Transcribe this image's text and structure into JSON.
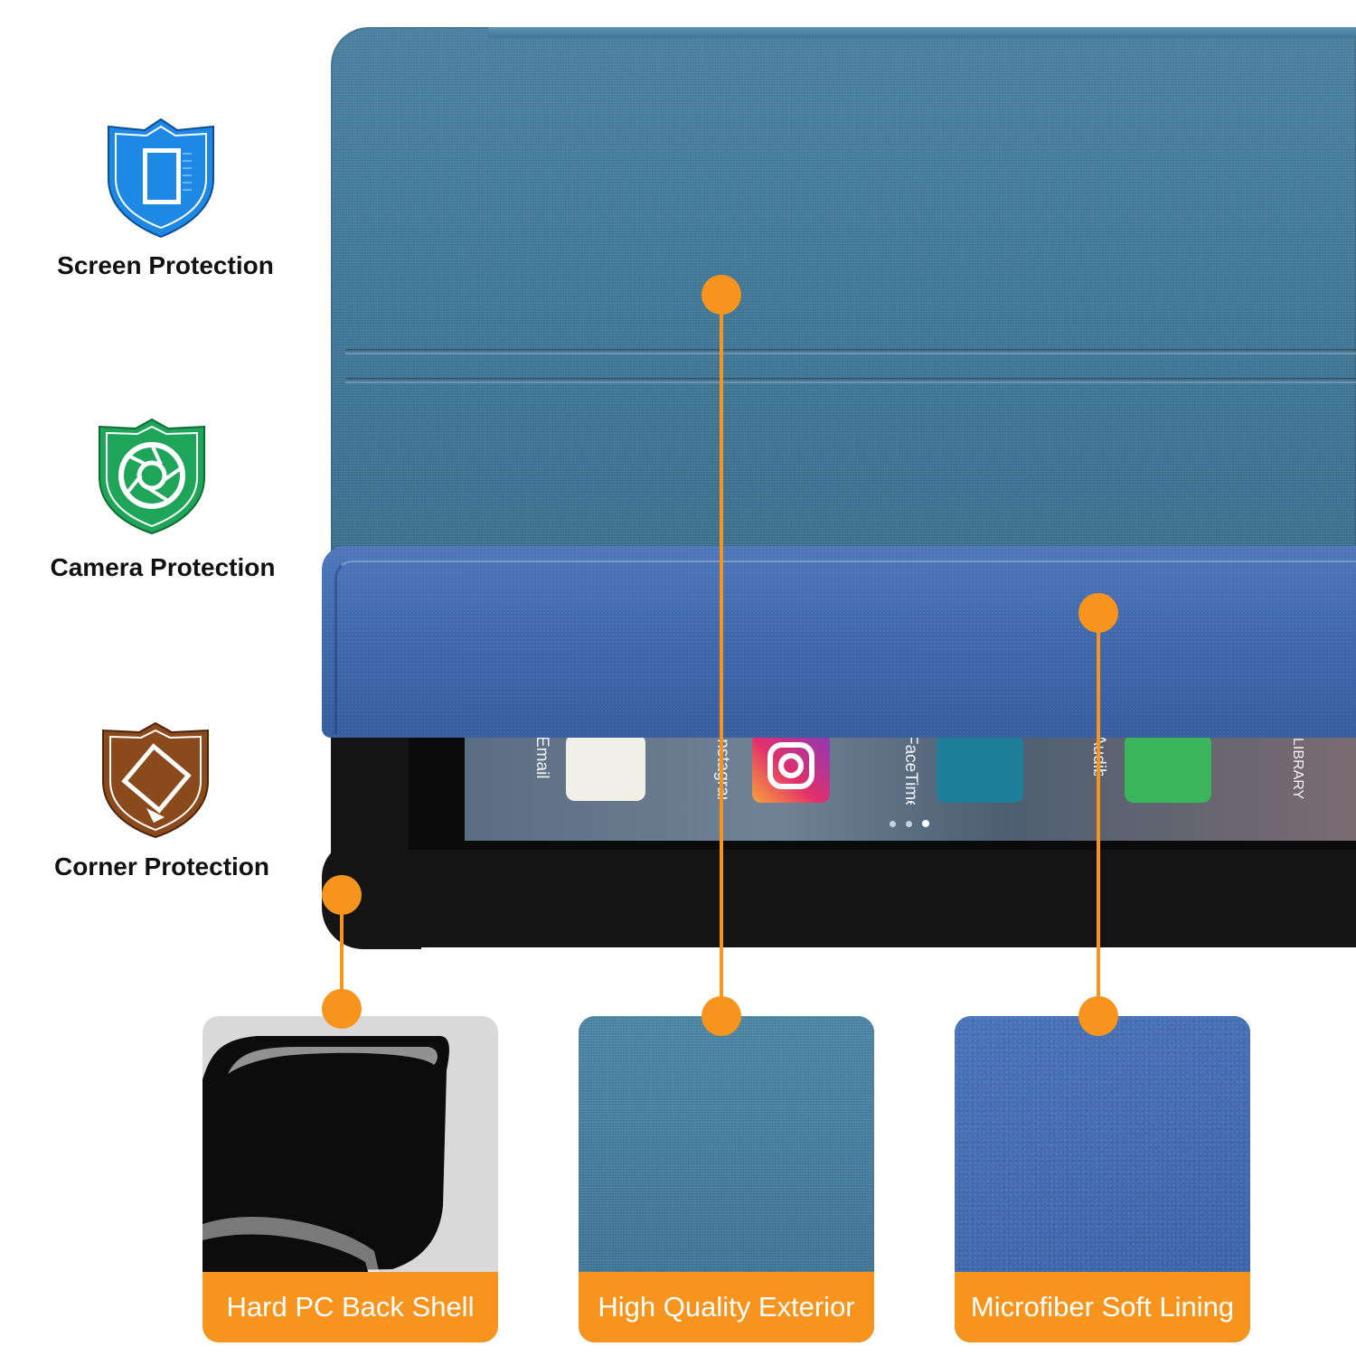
{
  "features": [
    {
      "label": "Screen Protection",
      "icon": "screen-shield-icon",
      "color": "#1e88e5"
    },
    {
      "label": "Camera Protection",
      "icon": "camera-shield-icon",
      "color": "#1fa55a"
    },
    {
      "label": "Corner Protection",
      "icon": "corner-shield-icon",
      "color": "#8b4a1c"
    }
  ],
  "tablet_screen": {
    "apps": [
      "Email",
      "Instagram",
      "FaceTime",
      "Audible",
      "LIBRARY"
    ],
    "page_indicator": {
      "pages": 3,
      "current": 3
    }
  },
  "materials": [
    {
      "label": "Hard PC Back Shell",
      "swatch": "black-glossy-shell"
    },
    {
      "label": "High Quality Exterior",
      "swatch": "blue-fabric-texture"
    },
    {
      "label": "Microfiber Soft Lining",
      "swatch": "blue-microfiber-texture"
    }
  ],
  "colors": {
    "accent": "#f7941d",
    "exterior": "#3e7898",
    "lining": "#3f68ae",
    "shell": "#141414"
  }
}
